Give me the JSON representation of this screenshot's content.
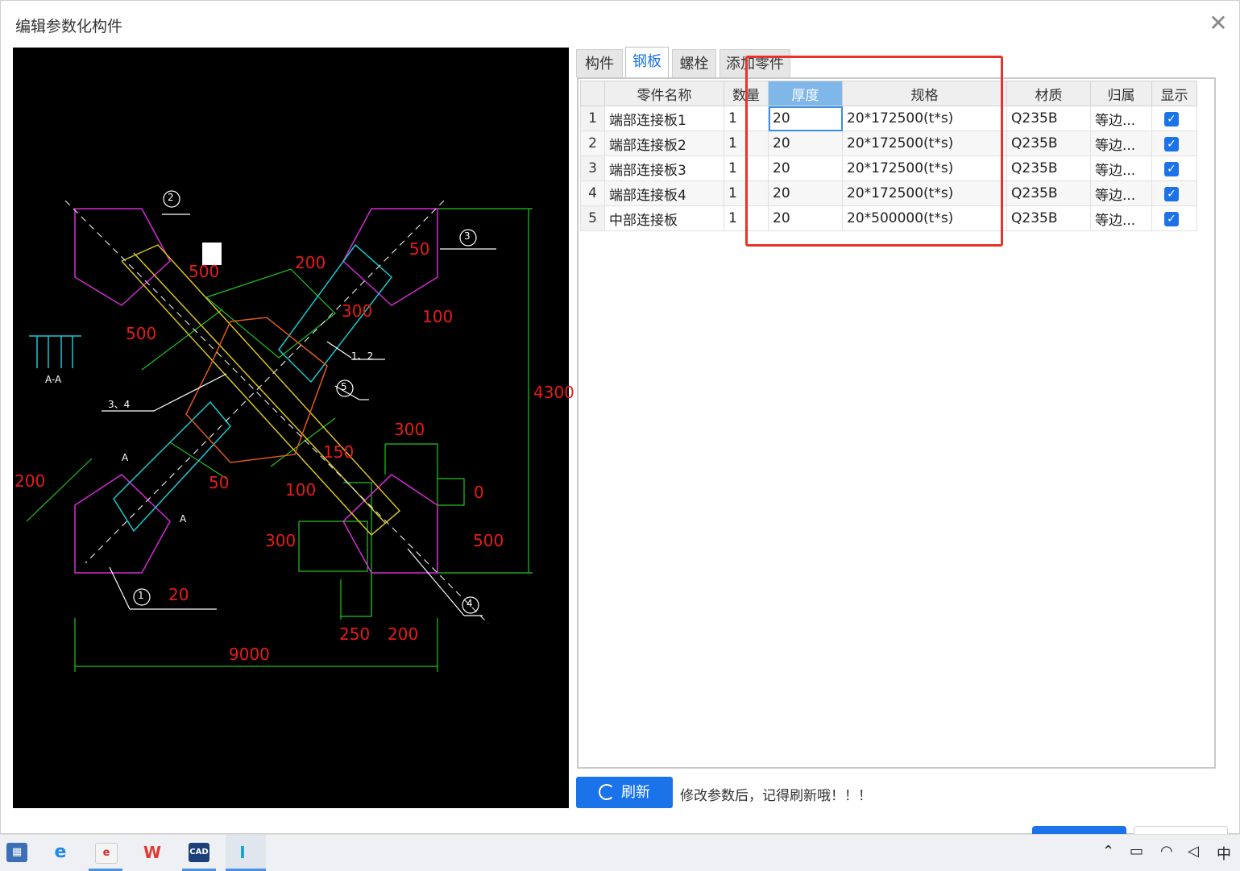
{
  "window": {
    "title": "编辑参数化构件",
    "close_icon": "close-icon"
  },
  "tabs": [
    {
      "label": "构件",
      "active": false
    },
    {
      "label": "钢板",
      "active": true
    },
    {
      "label": "螺栓",
      "active": false
    },
    {
      "label": "添加零件",
      "active": false
    }
  ],
  "table": {
    "headers": [
      "零件名称",
      "数量",
      "厚度",
      "规格",
      "材质",
      "归属",
      "显示"
    ],
    "rows": [
      {
        "index": "1",
        "name": "端部连接板1",
        "qty": "1",
        "thickness": "20",
        "spec": "20*172500(t*s)",
        "material": "Q235B",
        "owner": "等边...",
        "show": true
      },
      {
        "index": "2",
        "name": "端部连接板2",
        "qty": "1",
        "thickness": "20",
        "spec": "20*172500(t*s)",
        "material": "Q235B",
        "owner": "等边...",
        "show": true
      },
      {
        "index": "3",
        "name": "端部连接板3",
        "qty": "1",
        "thickness": "20",
        "spec": "20*172500(t*s)",
        "material": "Q235B",
        "owner": "等边...",
        "show": true
      },
      {
        "index": "4",
        "name": "端部连接板4",
        "qty": "1",
        "thickness": "20",
        "spec": "20*172500(t*s)",
        "material": "Q235B",
        "owner": "等边...",
        "show": true
      },
      {
        "index": "5",
        "name": "中部连接板",
        "qty": "1",
        "thickness": "20",
        "spec": "20*500000(t*s)",
        "material": "Q235B",
        "owner": "等边...",
        "show": true
      }
    ]
  },
  "actions": {
    "refresh_label": "刷新",
    "hint": "修改参数后，记得刷新哦！！！"
  },
  "drawing": {
    "dims": [
      "500",
      "200",
      "50",
      "300",
      "100",
      "500",
      "4300",
      "300",
      "150",
      "0",
      "200",
      "50",
      "100",
      "500",
      "300",
      "20",
      "250",
      "200",
      "9000"
    ],
    "callouts": [
      "2",
      "3",
      "1、2",
      "5",
      "3、4",
      "1",
      "4"
    ],
    "section_label": "A-A",
    "section_marks": [
      "A",
      "A"
    ]
  },
  "taskbar": {
    "apps": [
      "calculator-icon",
      "ie-icon",
      "app-icon",
      "wps-icon",
      "cad-icon",
      "structure-app-icon"
    ],
    "cad_text": "CAD",
    "ime": "中"
  },
  "colors": {
    "accent": "#1a73e8",
    "highlight_box": "#e8322c"
  }
}
